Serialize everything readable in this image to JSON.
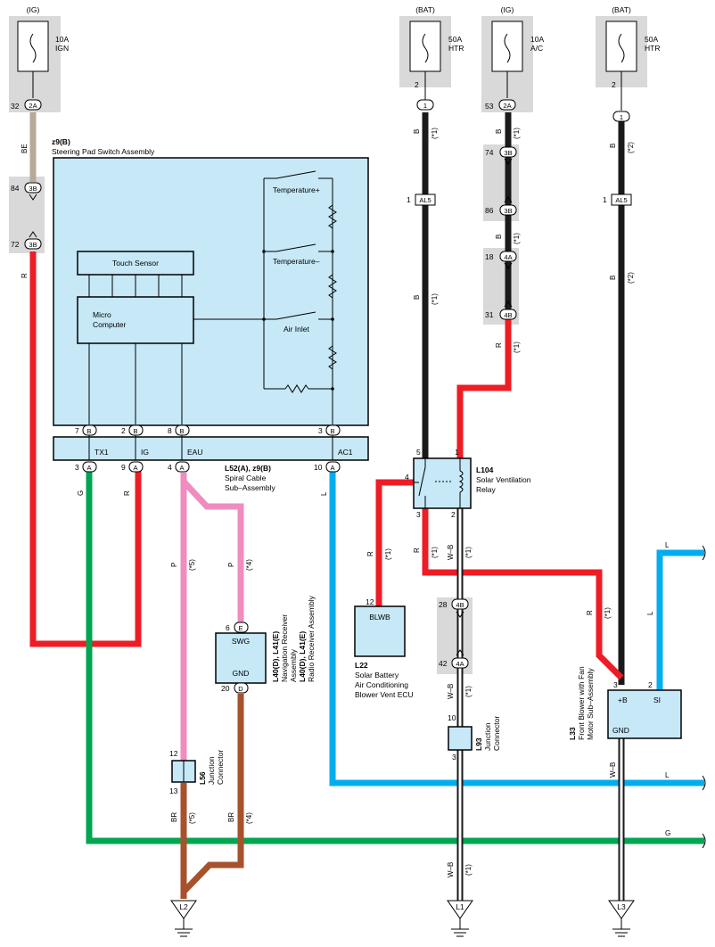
{
  "colors": {
    "black": "#1a1a1a",
    "red": "#ee1c25",
    "green": "#00a651",
    "blue": "#00aeef",
    "pink": "#f08cbf",
    "brown": "#a6522d",
    "tan": "#b8a898",
    "component_fill": "#c6e8f7",
    "connector_shade": "#d9d9d9",
    "white_black": "#ffffff"
  },
  "fuses": [
    {
      "source": "(IG)",
      "rating": "10A",
      "name": "IGN",
      "pin_label": "32",
      "conn": "2A"
    },
    {
      "source": "(BAT)",
      "rating": "50A",
      "name": "HTR",
      "pin_top": "2",
      "conn": "1"
    },
    {
      "source": "(IG)",
      "rating": "10A",
      "name": "A/C",
      "pin_label": "53",
      "conn": "2A"
    },
    {
      "source": "(BAT)",
      "rating": "50A",
      "name": "HTR",
      "pin_top": "2",
      "conn": "1"
    }
  ],
  "connectors": {
    "c84": {
      "pin": "84",
      "name": "3B"
    },
    "c72": {
      "pin": "72",
      "name": "3B"
    },
    "c74": {
      "pin": "74",
      "name": "3B"
    },
    "c86": {
      "pin": "86",
      "name": "3B"
    },
    "c18": {
      "pin": "18",
      "name": "4A"
    },
    "c31": {
      "pin": "31",
      "name": "4B"
    },
    "c28": {
      "pin": "28",
      "name": "4B"
    },
    "c42": {
      "pin": "42",
      "name": "4A"
    },
    "al5a": {
      "pin": "1",
      "name": "AL5"
    },
    "al5b": {
      "pin": "1",
      "name": "AL5"
    }
  },
  "steering_switch": {
    "code": "z9(B)",
    "title": "Steering Pad Switch Assembly",
    "touch_sensor": "Touch Sensor",
    "micro_computer": "Micro\nComputer",
    "sw_temp_plus": "Temperature+",
    "sw_temp_minus": "Temperature–",
    "sw_air_inlet": "Air Inlet",
    "pins": [
      {
        "num": "7",
        "conn": "B"
      },
      {
        "num": "2",
        "conn": "B"
      },
      {
        "num": "8",
        "conn": "B"
      },
      {
        "num": "3",
        "conn": "B"
      }
    ]
  },
  "spiral_cable": {
    "code": "L52(A), z9(B)",
    "title_line1": "Spiral Cable",
    "title_line2": "Sub–Assembly",
    "terminals": [
      "TX1",
      "IG",
      "EAU",
      "AC1"
    ],
    "pins": [
      {
        "num": "3",
        "conn": "A"
      },
      {
        "num": "9",
        "conn": "A"
      },
      {
        "num": "4",
        "conn": "A"
      },
      {
        "num": "10",
        "conn": "A"
      }
    ]
  },
  "relay": {
    "code": "L104",
    "title_line1": "Solar Ventilation",
    "title_line2": "Relay",
    "pins": [
      "5",
      "1",
      "4",
      "3",
      "2"
    ]
  },
  "blwb": {
    "label": "BLWB",
    "pin": "12",
    "code": "L22",
    "title_line1": "Solar Battery",
    "title_line2": "Air Conditioning",
    "title_line3": "Blower Vent ECU"
  },
  "radio": {
    "swg": "SWG",
    "gnd": "GND",
    "pin_e": "6",
    "conn_e": "E",
    "pin_d": "20",
    "conn_d": "D",
    "lbl1": "L40(D), L41(E)",
    "lbl2": "Navigation Receiver",
    "lbl3": "Assembly",
    "lbl4": "L40(D), L41(E)",
    "lbl5": "Radio Receiver Assembly"
  },
  "junction_l56": {
    "code": "L56",
    "title_line1": "Junction",
    "title_line2": "Connector",
    "pin_top": "12",
    "pin_bot": "13"
  },
  "junction_l93": {
    "code": "L93",
    "title_line1": "Junction",
    "title_line2": "Connector",
    "pin_top": "10",
    "pin_bot": "3"
  },
  "blower_motor": {
    "code": "L33",
    "title_line1": "Front Blower with Fan",
    "title_line2": "Motor Sub–Assembly",
    "b_plus": "+B",
    "si": "SI",
    "gnd": "GND",
    "pin_b": "3",
    "pin_si": "2"
  },
  "grounds": [
    "L2",
    "L1",
    "L3"
  ],
  "wire_labels": {
    "be": "BE",
    "r": "R",
    "b": "B",
    "g": "G",
    "l": "L",
    "p": "P",
    "br": "BR",
    "wb": "W–B",
    "n1": "(*1)",
    "n2": "(*2)",
    "n4": "(*4)",
    "n5": "(*5)"
  }
}
